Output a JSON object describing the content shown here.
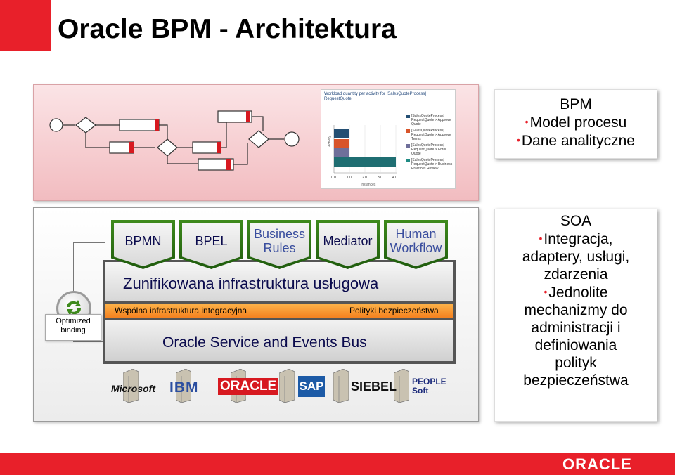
{
  "title": "Oracle BPM - Architektura",
  "chart": {
    "title_line1": "Workload quantity per activity for [SalesQuoteProcess]",
    "title_line2": "RequestQuote",
    "ylabel": "Activity",
    "xlabel": "Instances",
    "ticks": [
      "0.0",
      "1.0",
      "2.0",
      "3.0",
      "4.0"
    ],
    "legend": [
      {
        "text": "[SalesQuoteProcess] RequestQuote > Approve Quote",
        "color": "#244f73"
      },
      {
        "text": "[SalesQuoteProcess] RequestQuote > Approve Terms",
        "color": "#d8542a"
      },
      {
        "text": "[SalesQuoteProcess] RequestQuote > Enter Quote",
        "color": "#6f6f9a"
      },
      {
        "text": "[SalesQuoteProcess] RequestQuote > Business Practices Review",
        "color": "#1f8b84"
      }
    ]
  },
  "bpm_box": {
    "heading": "BPM",
    "bullets": [
      "Model procesu",
      "Dane analityczne"
    ]
  },
  "soa_box": {
    "heading": "SOA",
    "lines": [
      {
        "bullet": true,
        "text": "Integracja,"
      },
      {
        "bullet": false,
        "text": "adaptery, usługi,"
      },
      {
        "bullet": false,
        "text": "zdarzenia"
      },
      {
        "bullet": true,
        "text": "Jednolite"
      },
      {
        "bullet": false,
        "text": "mechanizmy do"
      },
      {
        "bullet": false,
        "text": "administracji i"
      },
      {
        "bullet": false,
        "text": "definiowania"
      },
      {
        "bullet": false,
        "text": "polityk"
      },
      {
        "bullet": false,
        "text": "bezpieczeństwa"
      }
    ]
  },
  "optimized_binding": {
    "line1": "Optimized",
    "line2": "binding"
  },
  "tiles": [
    {
      "line1": "BPMN",
      "line2": ""
    },
    {
      "line1": "BPEL",
      "line2": ""
    },
    {
      "line1": "Business",
      "line2": "Rules"
    },
    {
      "line1": "Mediator",
      "line2": ""
    },
    {
      "line1": "Human",
      "line2": "Workflow"
    }
  ],
  "layers": {
    "unified": "Zunifikowana infrastruktura usługowa",
    "integration": "Wspólna infrastruktura integracyjna",
    "security": "Polityki bezpieczeństwa",
    "bus": "Oracle Service and Events Bus"
  },
  "vendors": [
    "Microsoft",
    "IBM",
    "ORACLE",
    "SAP",
    "SIEBEL",
    "PEOPLE Soft"
  ],
  "footer_logo": "ORACLE",
  "colors": {
    "accent": "#e8202a",
    "tile_green": "#2f7a16",
    "integration_orange": "#f79a2e",
    "text_navy": "#0b0b4d"
  }
}
